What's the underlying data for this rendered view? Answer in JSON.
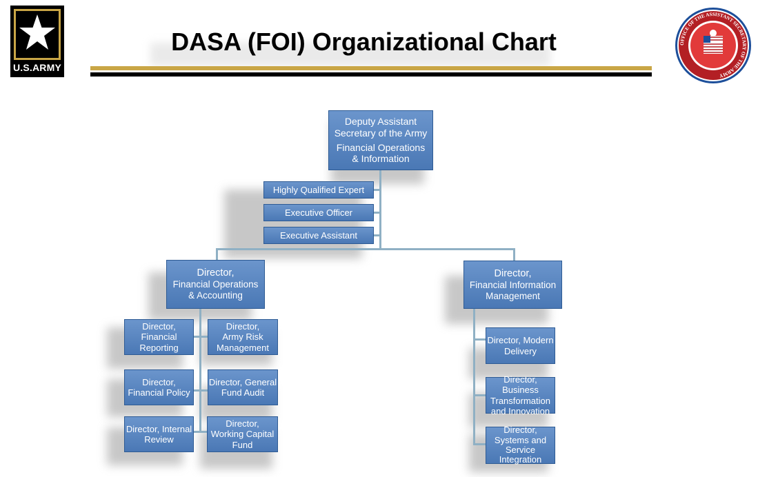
{
  "header": {
    "title": "DASA (FOI) Organizational Chart",
    "army_logo_text": "U.S.ARMY",
    "seal_text": "OFFICE OF THE ASSISTANT SECRETARY OF THE ARMY"
  },
  "colors": {
    "box_fill": "#5b88c4",
    "box_border": "#2d5a93",
    "connector": "#8fb0c4",
    "gold_rule": "#c9a646",
    "black_rule": "#000000"
  },
  "org": {
    "top": {
      "line1": "Deputy Assistant",
      "line2": "Secretary of the Army",
      "line3": "Financial Operations",
      "line4": "& Information"
    },
    "staff": {
      "hqe": "Highly Qualified Expert",
      "xo": "Executive Officer",
      "ea": "Executive Assistant"
    },
    "foa": {
      "line1": "Director,",
      "line2": "Financial Operations",
      "line3": "& Accounting"
    },
    "fim": {
      "line1": "Director,",
      "line2": "Financial Information",
      "line3": "Management"
    },
    "foa_left": [
      {
        "line1": "Director,",
        "line2": "Financial",
        "line3": "Reporting"
      },
      {
        "line1": "Director,",
        "line2": "Financial Policy"
      },
      {
        "line1": "Director, Internal",
        "line2": "Review"
      }
    ],
    "foa_right": [
      {
        "line1": "Director,",
        "line2": "Army Risk",
        "line3": "Management"
      },
      {
        "line1": "Director, General",
        "line2": "Fund Audit"
      },
      {
        "line1": "Director,",
        "line2": "Working Capital",
        "line3": "Fund"
      }
    ],
    "fim_children": [
      {
        "line1": "Director, Modern",
        "line2": "Delivery"
      },
      {
        "line1": "Director, Business",
        "line2": "Transformation",
        "line3": "and Innovation"
      },
      {
        "line1": "Director,",
        "line2": "Systems and",
        "line3": "Service",
        "line4": "Integration"
      }
    ]
  }
}
